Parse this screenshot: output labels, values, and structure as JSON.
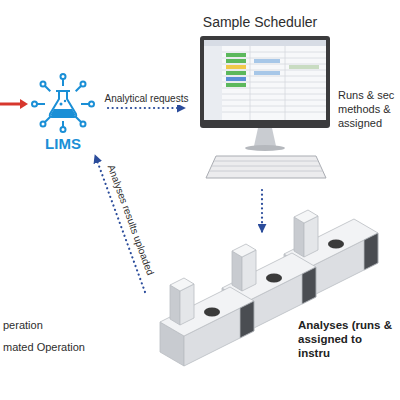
{
  "diagram": {
    "nodes": [
      {
        "text": [
          "LIMS"
        ]
      },
      {
        "text": [
          "Sample Scheduler"
        ]
      },
      {
        "text": [
          "Analyses (runs & assigned to instru"
        ]
      }
    ],
    "edges": [
      {
        "from": 0,
        "to": 1,
        "label": "Analytical requests",
        "arrow": "to"
      },
      {
        "from": 1,
        "to": 2,
        "arrow": "to"
      },
      {
        "from": 2,
        "to": 0,
        "label": "Analyses results uploaded",
        "arrow": "to"
      }
    ],
    "labels": [
      "Runs & sec methods & assigned",
      "peration",
      "mated Operation"
    ]
  }
}
